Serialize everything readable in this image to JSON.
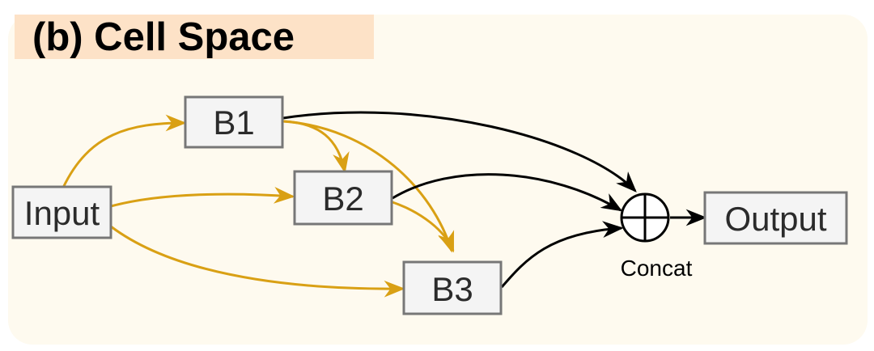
{
  "title": "(b) Cell Space",
  "nodes": {
    "input": "Input",
    "b1": "B1",
    "b2": "B2",
    "b3": "B3",
    "output": "Output"
  },
  "concat_label": "Concat",
  "colors": {
    "panel_background": "#fefaef",
    "title_highlight": "#fde2c7",
    "orange_edges": "#d9a014",
    "black_edges": "#000000",
    "node_fill": "#f4f4f4",
    "node_border": "#777777"
  },
  "edges": [
    {
      "from": "Input",
      "to": "B1",
      "color": "orange"
    },
    {
      "from": "Input",
      "to": "B2",
      "color": "orange"
    },
    {
      "from": "Input",
      "to": "B3",
      "color": "orange"
    },
    {
      "from": "B1",
      "to": "B2",
      "color": "orange"
    },
    {
      "from": "B1",
      "to": "B3",
      "color": "orange"
    },
    {
      "from": "B2",
      "to": "B3",
      "color": "orange"
    },
    {
      "from": "B1",
      "to": "Concat",
      "color": "black"
    },
    {
      "from": "B2",
      "to": "Concat",
      "color": "black"
    },
    {
      "from": "B3",
      "to": "Concat",
      "color": "black"
    },
    {
      "from": "Concat",
      "to": "Output",
      "color": "black"
    }
  ],
  "icons": {
    "concat": "circle-plus-icon"
  }
}
